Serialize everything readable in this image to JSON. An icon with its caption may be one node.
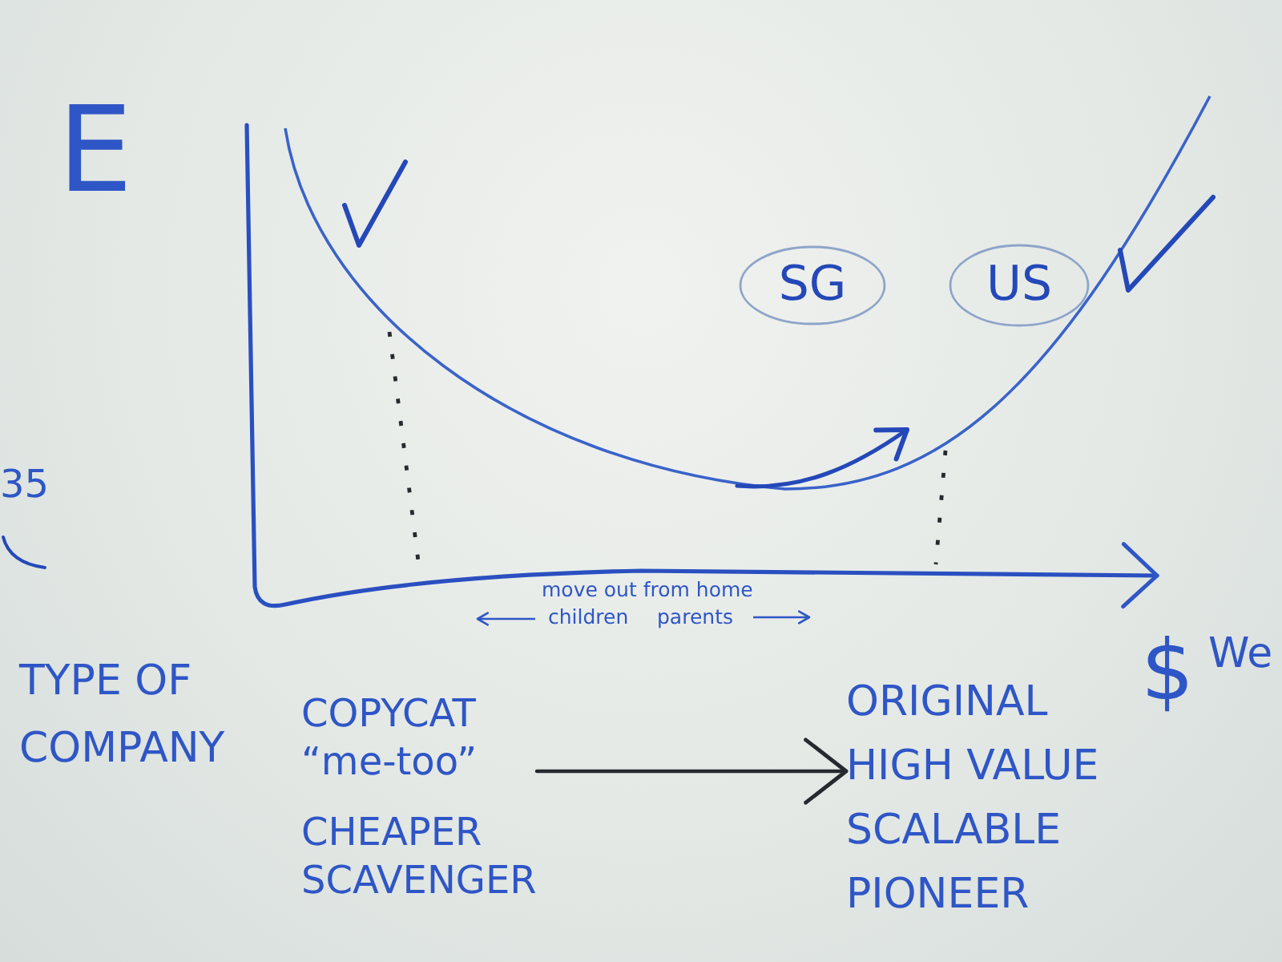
{
  "diagram": {
    "nodes": [
      {
        "text": [
          "SG"
        ]
      },
      {
        "text": [
          "US"
        ]
      },
      {
        "text": [
          "COPYCAT",
          "“me-too”",
          "CHEAPER",
          "SCAVENGER"
        ]
      },
      {
        "text": [
          "ORIGINAL",
          "HIGH VALUE",
          "SCALABLE",
          "PIONEER"
        ]
      }
    ],
    "edges": [
      {
        "from": 2,
        "to": 3,
        "arrow": "to"
      }
    ],
    "labels": [
      "E",
      "35",
      "move out from home",
      "children",
      "parents",
      "$",
      "We",
      "TYPE OF COMPANY"
    ]
  }
}
